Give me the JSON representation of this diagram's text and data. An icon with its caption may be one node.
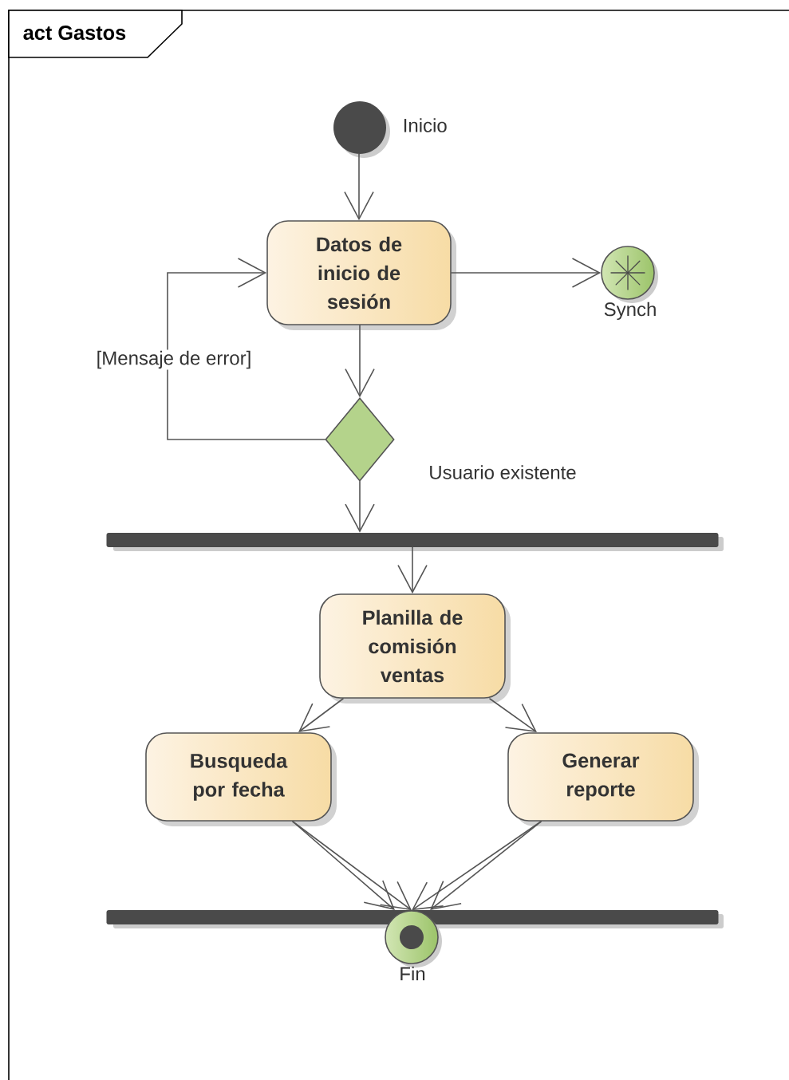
{
  "diagram": {
    "title": "act Gastos",
    "nodes": [
      {
        "text": [],
        "shape": "circle",
        "beside": [
          "Inicio"
        ]
      },
      {
        "text": [
          "Datos de inicio de sesión"
        ]
      },
      {
        "text": [],
        "shape": "circle",
        "beside": [
          "Synch"
        ]
      },
      {
        "text": [],
        "shape": "diamond"
      },
      {
        "text": [],
        "shape": "bar"
      },
      {
        "text": [
          "Planilla de comisión ventas"
        ]
      },
      {
        "text": [
          "Busqueda por fecha"
        ]
      },
      {
        "text": [
          "Generar reporte"
        ]
      },
      {
        "text": [],
        "shape": "bar"
      },
      {
        "text": [],
        "shape": "circle",
        "beside": [
          "Fin"
        ]
      }
    ],
    "edges": [
      {
        "from": 0,
        "to": 1,
        "arrow": "to"
      },
      {
        "from": 1,
        "to": 2,
        "arrow": "to"
      },
      {
        "from": 1,
        "to": 3,
        "arrow": "to"
      },
      {
        "from": 3,
        "to": 1,
        "arrow": "to",
        "label": "[Mensaje de error]"
      },
      {
        "from": 3,
        "to": 4,
        "arrow": "to",
        "label": "Usuario existente"
      },
      {
        "from": 4,
        "to": 5,
        "arrow": "to"
      },
      {
        "from": 5,
        "to": 6,
        "arrow": "to"
      },
      {
        "from": 5,
        "to": 7,
        "arrow": "to"
      },
      {
        "from": 6,
        "to": 8,
        "arrow": "to"
      },
      {
        "from": 6,
        "to": 9,
        "arrow": "to"
      },
      {
        "from": 7,
        "to": 8,
        "arrow": "to"
      },
      {
        "from": 7,
        "to": 9,
        "arrow": "to"
      }
    ]
  }
}
